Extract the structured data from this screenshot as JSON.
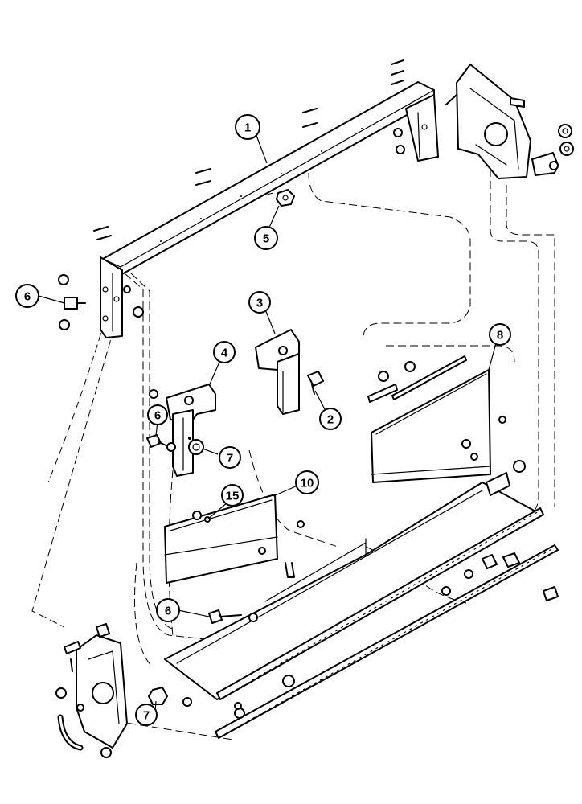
{
  "callouts": [
    {
      "id": "c1",
      "label": "1"
    },
    {
      "id": "c2",
      "label": "2"
    },
    {
      "id": "c3",
      "label": "3"
    },
    {
      "id": "c4",
      "label": "4"
    },
    {
      "id": "c5",
      "label": "5"
    },
    {
      "id": "c6a",
      "label": "6"
    },
    {
      "id": "c6b",
      "label": "6"
    },
    {
      "id": "c6c",
      "label": "6"
    },
    {
      "id": "c7a",
      "label": "7"
    },
    {
      "id": "c7b",
      "label": "7"
    },
    {
      "id": "c8",
      "label": "8"
    },
    {
      "id": "c10",
      "label": "10"
    },
    {
      "id": "c15",
      "label": "15"
    }
  ]
}
